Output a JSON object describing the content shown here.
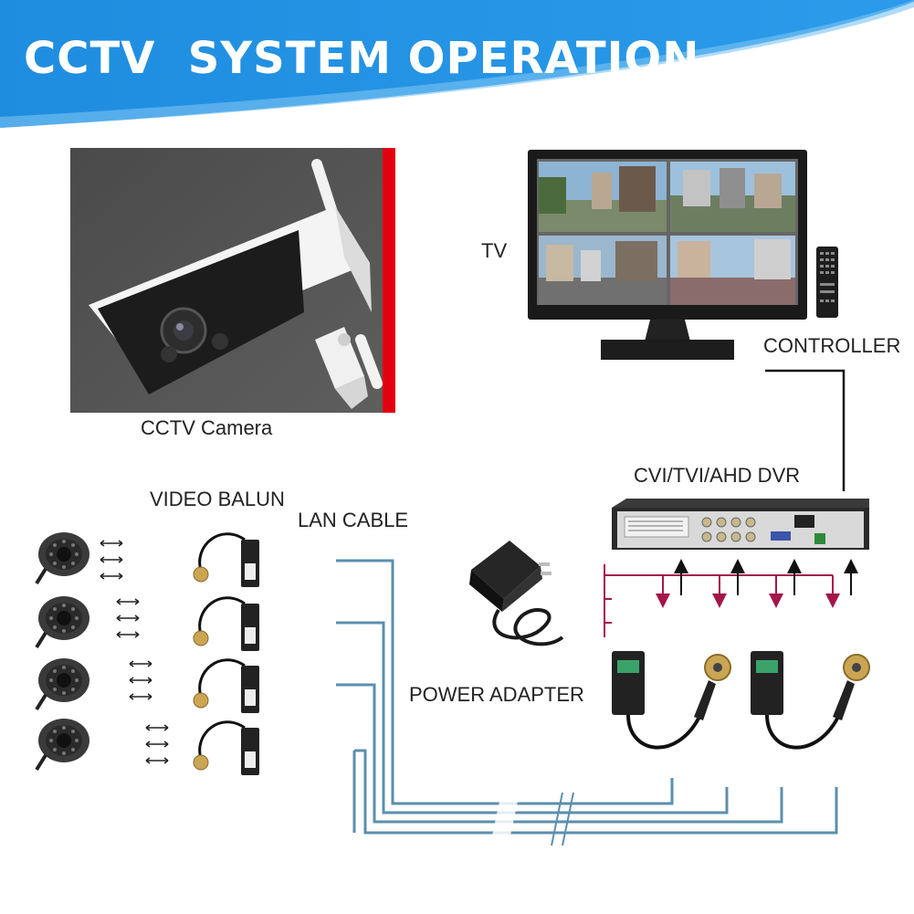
{
  "header": {
    "title": "CCTV  SYSTEM OPERATION"
  },
  "labels": {
    "cctv_camera": "CCTV Camera",
    "tv": "TV",
    "controller": "CONTROLLER",
    "dvr": "CVI/TVI/AHD DVR",
    "video_balun": "VIDEO BALUN",
    "lan_cable": "LAN CABLE",
    "power_adapter": "POWER ADAPTER"
  },
  "colors": {
    "banner_blue": "#1e8fe0",
    "cable_blue": "#5b8fae",
    "signal_red": "#a3174a",
    "accent_red": "#e3000f"
  },
  "icons": {
    "camera": "bullet-camera",
    "tv": "monitor",
    "remote": "remote-control",
    "dvr": "dvr-recorder",
    "adapter": "power-adapter",
    "balun": "video-balun",
    "dome": "dome-camera"
  }
}
